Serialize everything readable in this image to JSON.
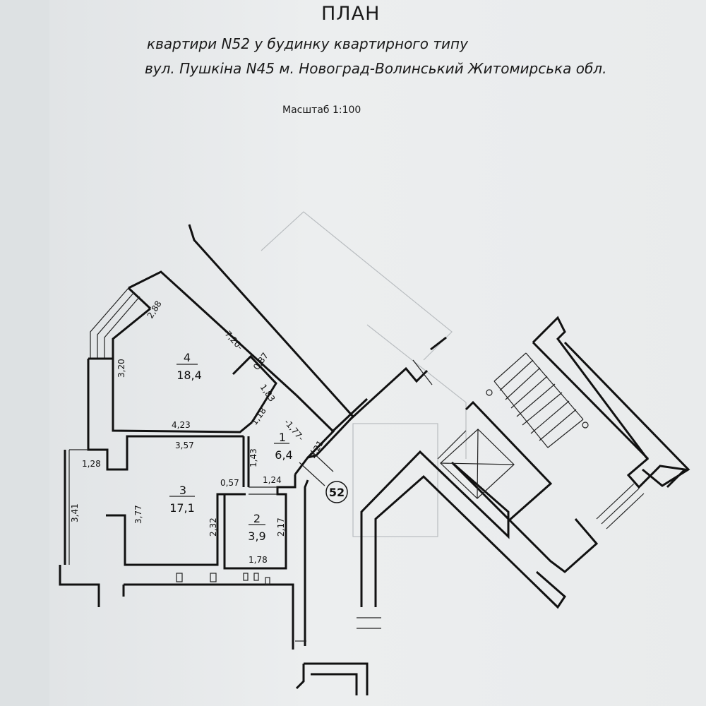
{
  "header": {
    "title": "ПЛАН",
    "subtitle_line1": "квартири N52 у будинку квартирного типу",
    "subtitle_line2": "вул. Пушкіна N45 м. Новоград-Волинський Житомирська  обл.",
    "scale": "Масштаб 1:100"
  },
  "apartment_marker": "52",
  "rooms": [
    {
      "number": "1",
      "area": "6,4"
    },
    {
      "number": "2",
      "area": "3,9"
    },
    {
      "number": "3",
      "area": "17,1"
    },
    {
      "number": "4",
      "area": "18,4"
    }
  ],
  "dimensions": {
    "d288": "2,88",
    "d720": "-7,20-",
    "d087": "0,87",
    "d320": "3,20",
    "d183": "1,83",
    "d118": "1,18",
    "d423": "4,23",
    "d177": "-1,77-",
    "d221": "2,21",
    "d357": "3,57",
    "d143": "1,43",
    "d128": "1,28",
    "d057": "0,57",
    "d124": "1,24",
    "d341": "3,41",
    "d377": "3,77",
    "d232": "2,32",
    "d217": "2,17",
    "d178": "1,78"
  }
}
